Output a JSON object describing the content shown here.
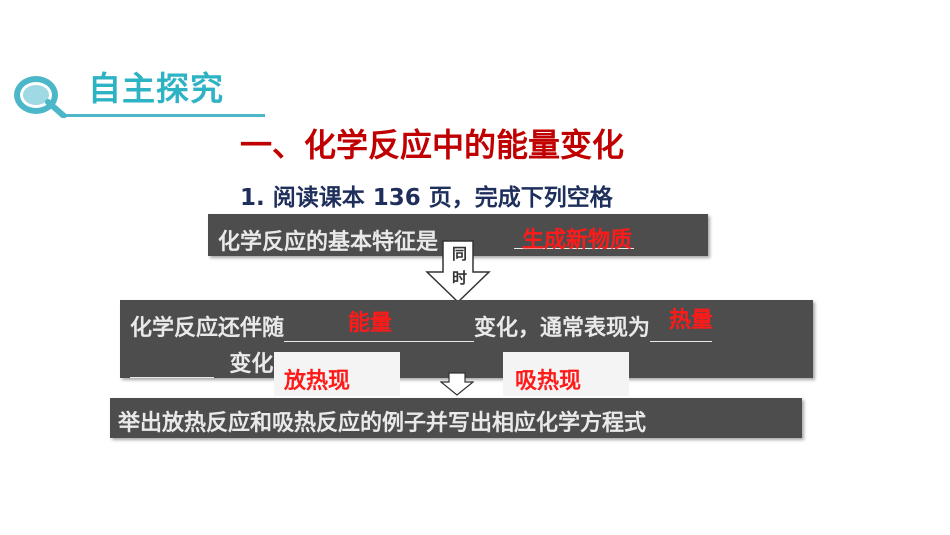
{
  "header": {
    "title": "自主探究",
    "accent_color": "#2eb3c4",
    "logo_icon": "magnifier-icon"
  },
  "section_heading": "一、化学反应中的能量变化",
  "instruction": "1. 阅读课本 136 页，完成下列空格",
  "box1": {
    "text": "化学反应的基本特征是",
    "answer": "生成新物质"
  },
  "arrow1_label": "同时",
  "box2": {
    "line1_prefix": "化学反应还伴随",
    "line1_middle": "变化，通常表现为",
    "line2_text": "变化",
    "answer_energy": "能量",
    "answer_heat": "热量"
  },
  "tabs": {
    "exothermic": "放热现",
    "endothermic": "吸热现"
  },
  "box3": {
    "text": "举出放热反应和吸热反应的例子并写出相应化学方程式"
  },
  "colors": {
    "heading_red": "#c00000",
    "answer_red": "#ff1a1a",
    "box_grey": "#4d4d4d",
    "instruction_navy": "#1f2f5c"
  }
}
